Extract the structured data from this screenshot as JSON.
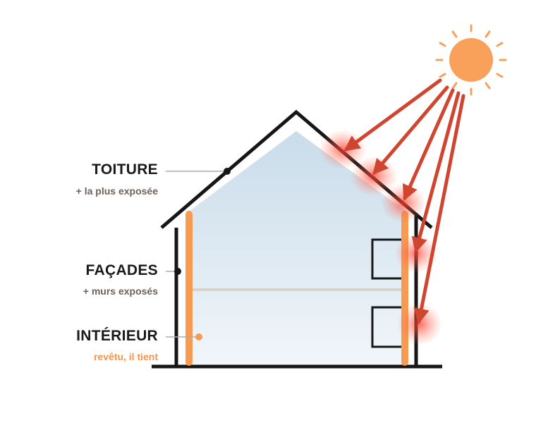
{
  "labels": {
    "toiture": {
      "title": "TOITURE",
      "subtitle": "+ la plus exposée"
    },
    "facades": {
      "title": "FAÇADES",
      "subtitle": "+ murs exposés"
    },
    "interieur": {
      "title": "INTÉRIEUR",
      "subtitle": "revêtu, il tient"
    }
  },
  "colors": {
    "outline": "#161616",
    "interior_top": "#c9dcea",
    "interior_bottom": "#f1f6fa",
    "insulation": "#f79a52",
    "sun": "#f9a05a",
    "ray": "#d0452f",
    "heat_glow": "#ff4a3a",
    "leader_line": "#b0aaa5",
    "subtitle_gray": "#6b625c",
    "subtitle_accent": "#f5944d"
  },
  "icons": {
    "sun": "sun-icon",
    "rays": "arrow-icon"
  }
}
